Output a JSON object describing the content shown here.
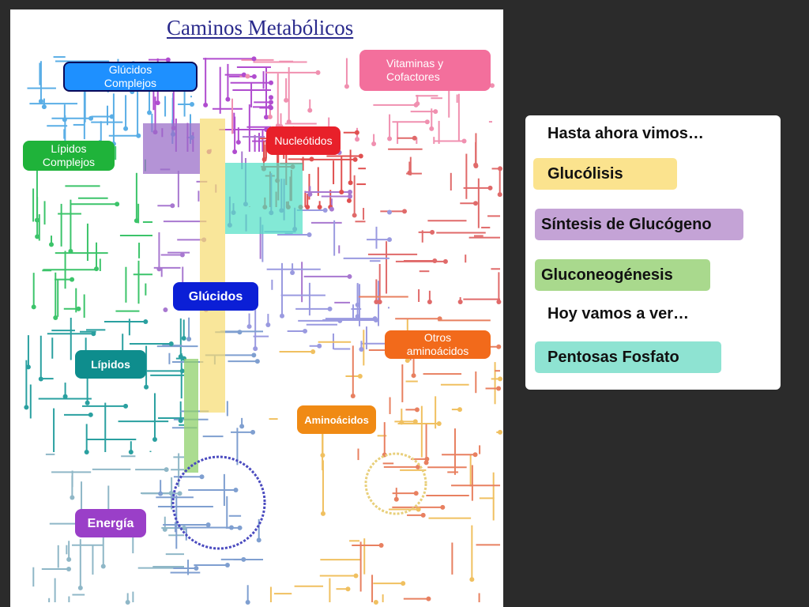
{
  "map": {
    "title": "Caminos Metabólicos",
    "labels": {
      "glucidos_complejos": "Glúcidos\nComplejos",
      "vitaminas": "Vitaminas y\nCofactores",
      "nucleotidos": "Nucleótidos",
      "lipidos_complejos": "Lípidos\nComplejos",
      "glucidos": "Glúcidos",
      "otros_aminoacidos": "Otros\naminoácidos",
      "lipidos": "Lípidos",
      "aminoacidos": "Aminoácidos",
      "energia": "Energía"
    },
    "colors": {
      "glucidos_complejos": "#1e90ff",
      "vitaminas": "#f36f9c",
      "nucleotidos": "#e8202a",
      "lipidos_complejos": "#1fb33a",
      "glucidos": "#0b1fd6",
      "otros_aminoacidos": "#f26a1b",
      "lipidos": "#0e8d8d",
      "aminoacidos": "#f08a14",
      "energia": "#9a3fc8"
    }
  },
  "info": {
    "heading_past": "Hasta ahora vimos…",
    "items": [
      {
        "label": "Glucólisis",
        "color": "#fbe38e"
      },
      {
        "label": "Síntesis de Glucógeno",
        "color": "#c4a3d6"
      },
      {
        "label": "Gluconeogénesis",
        "color": "#a9d98d"
      }
    ],
    "heading_today": "Hoy vamos a ver…",
    "today_item": {
      "label": "Pentosas Fosfato",
      "color": "#8ee3d2"
    }
  }
}
